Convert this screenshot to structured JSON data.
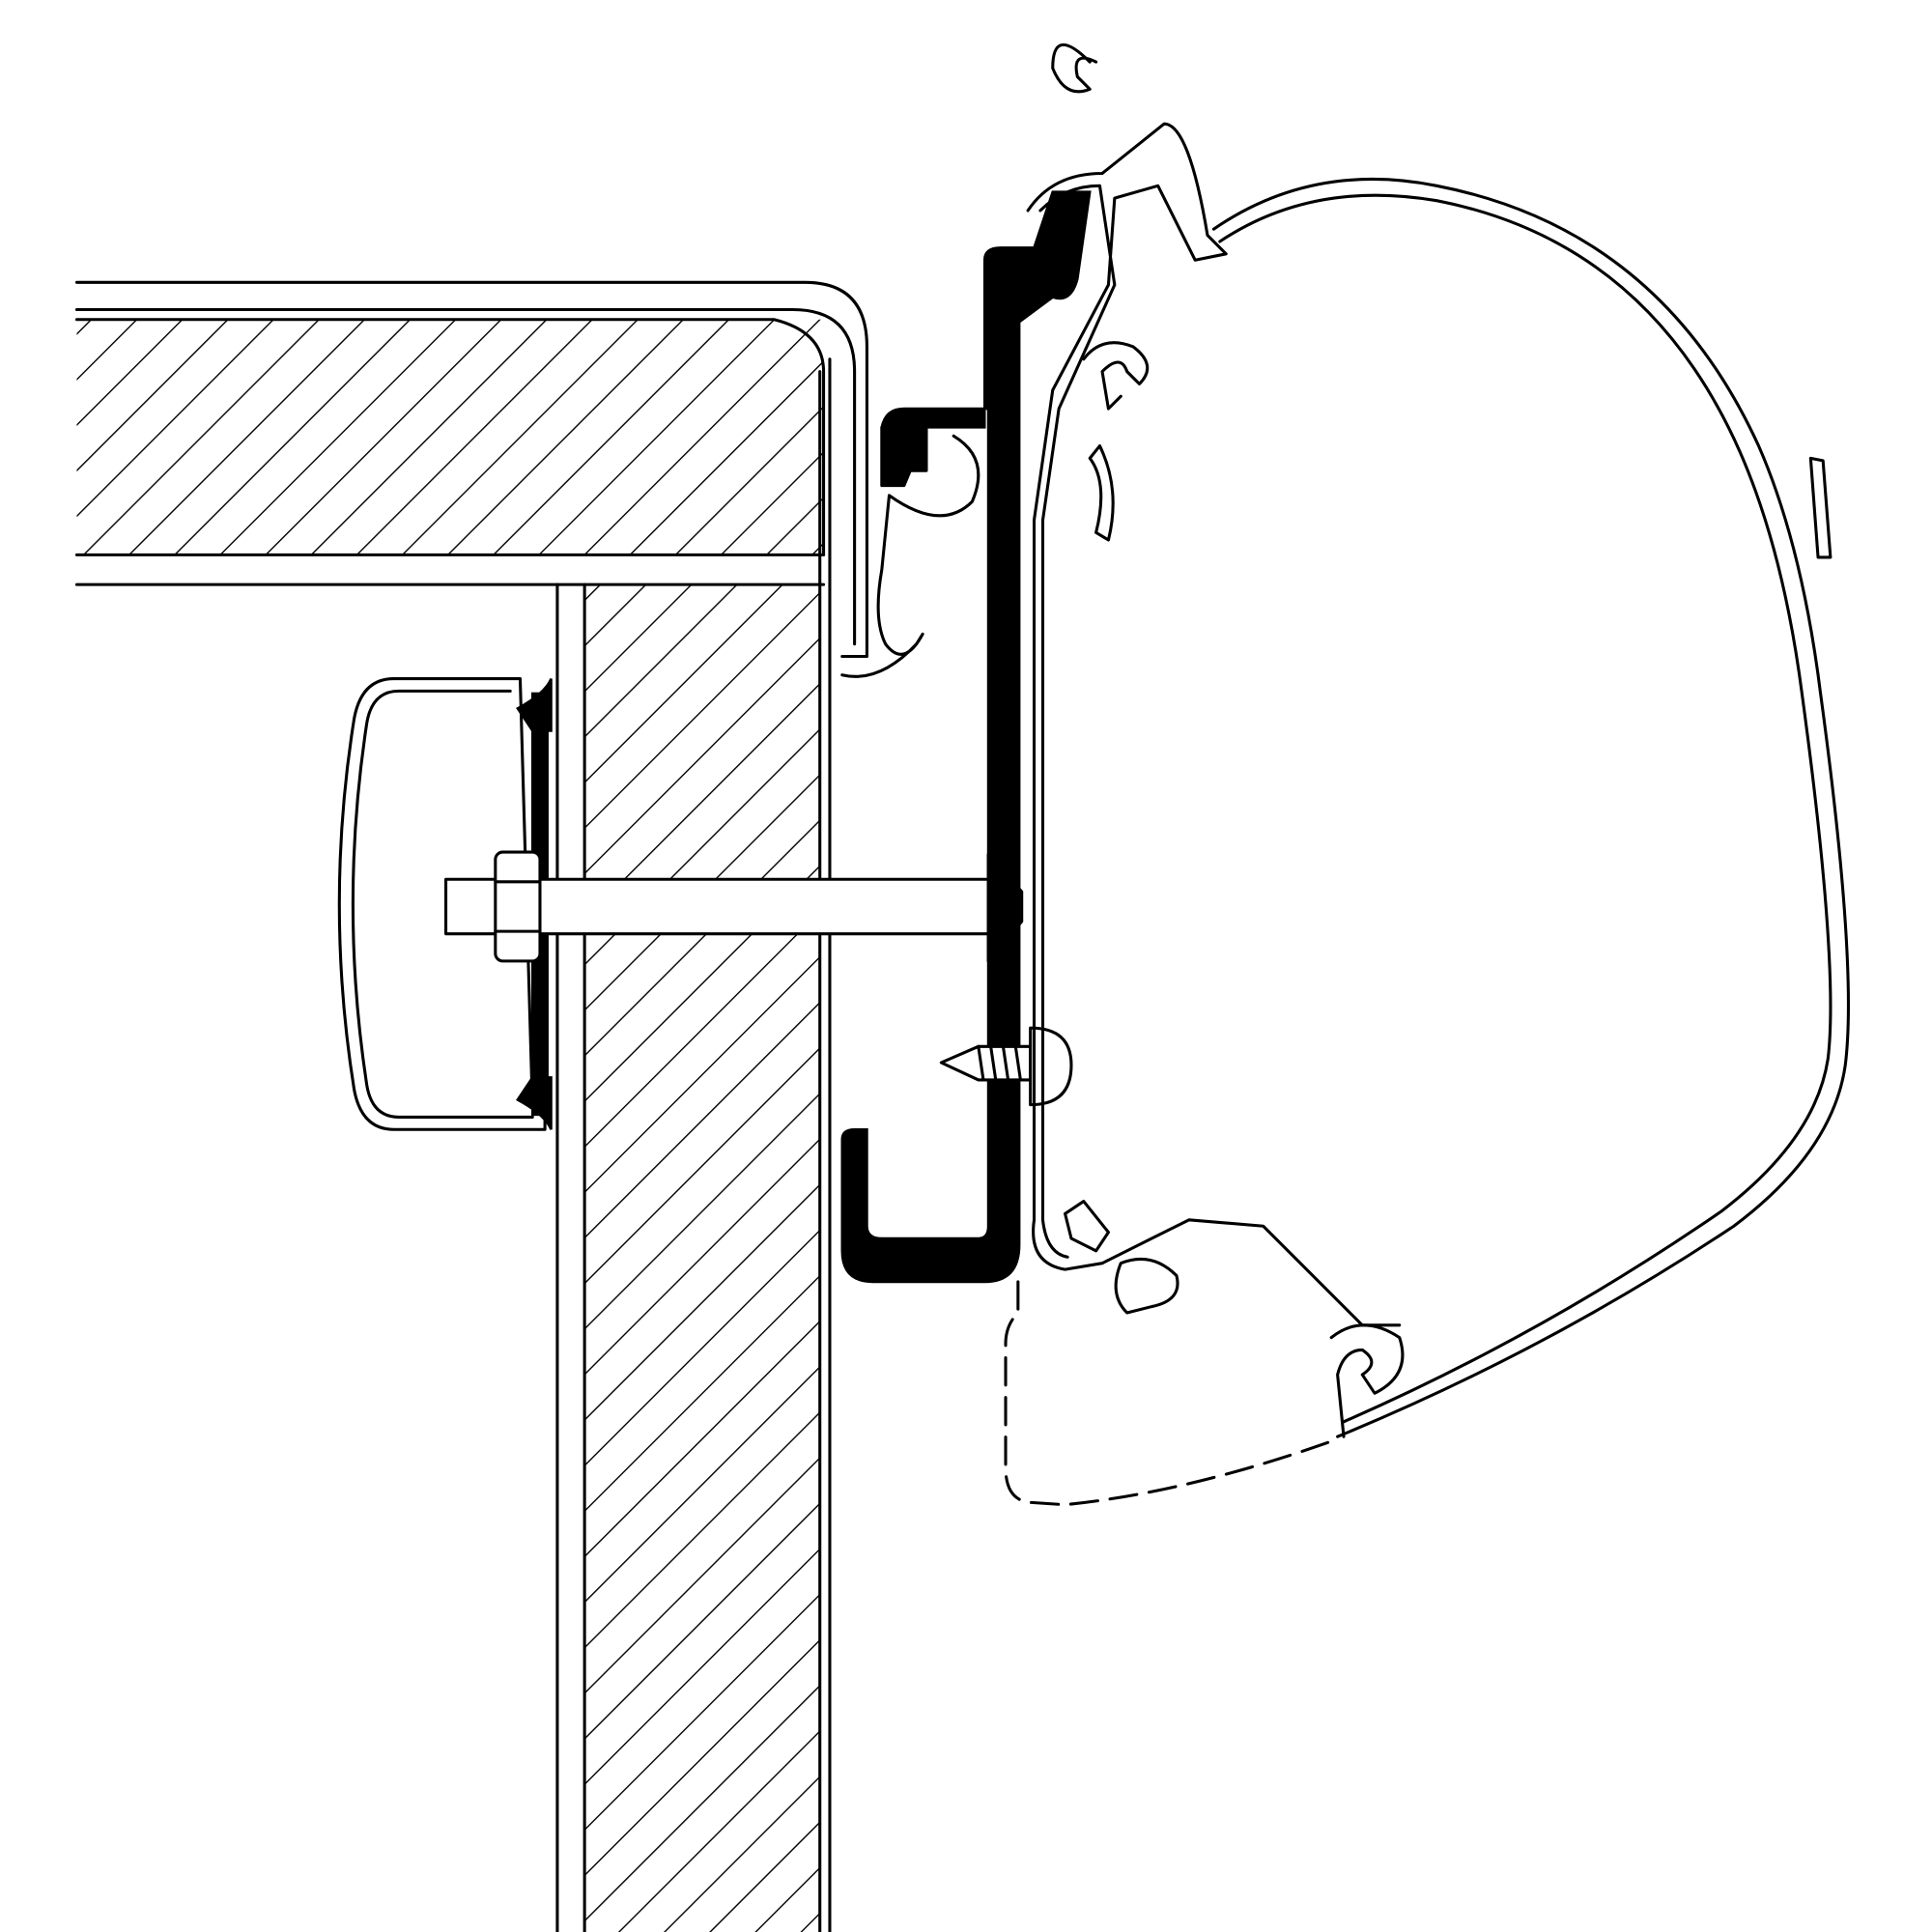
{
  "diagram": {
    "colors": {
      "line": "#000000",
      "background": "#ffffff",
      "adapter_rail": "#000000"
    },
    "icons": [
      "hatch-pattern",
      "bolt",
      "hex-nut",
      "wood-screw",
      "rivet-screw"
    ]
  }
}
